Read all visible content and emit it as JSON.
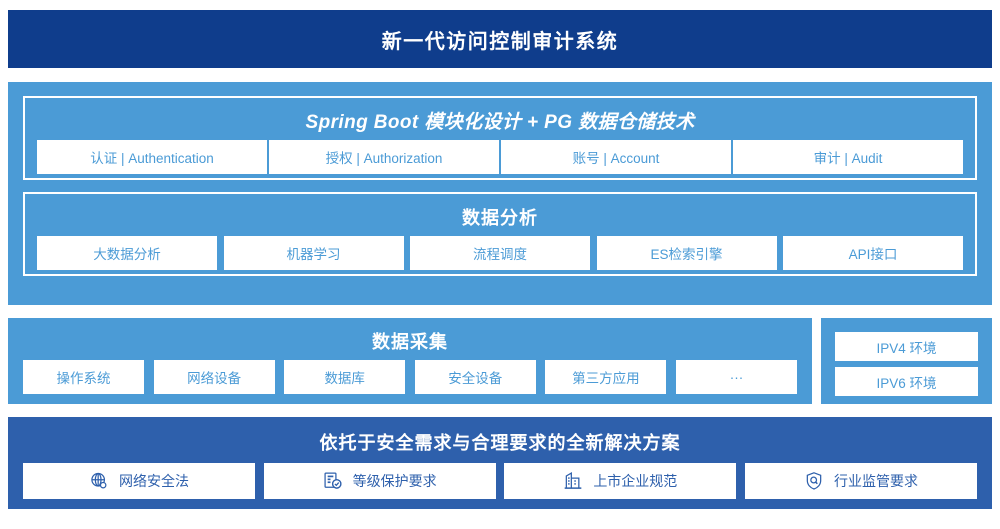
{
  "header": {
    "title": "新一代访问控制审计系统"
  },
  "colors": {
    "header_bg": "#0F3D8C",
    "panel_blue": "#4B9BD6",
    "panel_dark_blue": "#2E60AC",
    "chip_bg": "#FFFFFF",
    "chip_text": "#4B9BD6",
    "chip_text_dark": "#2E60AC"
  },
  "platform_section": {
    "title": "Spring Boot 模块化设计 + PG 数据仓储技术",
    "items": [
      {
        "label": "认证 | Authentication"
      },
      {
        "label": "授权 | Authorization"
      },
      {
        "label": "账号 | Account"
      },
      {
        "label": "审计 | Audit"
      }
    ]
  },
  "analysis_section": {
    "title": "数据分析",
    "items": [
      {
        "label": "大数据分析"
      },
      {
        "label": "机器学习"
      },
      {
        "label": "流程调度"
      },
      {
        "label": "ES检索引擎"
      },
      {
        "label": "API接口"
      }
    ]
  },
  "collection_section": {
    "title": "数据采集",
    "items": [
      {
        "label": "操作系统"
      },
      {
        "label": "网络设备"
      },
      {
        "label": "数据库"
      },
      {
        "label": "安全设备"
      },
      {
        "label": "第三方应用"
      },
      {
        "label": "···"
      }
    ]
  },
  "environment_panel": {
    "items": [
      {
        "label": "IPV4 环境"
      },
      {
        "label": "IPV6 环境"
      }
    ]
  },
  "compliance_section": {
    "title": "依托于安全需求与合理要求的全新解决方案",
    "items": [
      {
        "label": "网络安全法",
        "icon": "globe-icon"
      },
      {
        "label": "等级保护要求",
        "icon": "document-check-icon"
      },
      {
        "label": "上市企业规范",
        "icon": "buildings-icon"
      },
      {
        "label": "行业监管要求",
        "icon": "shield-search-icon"
      }
    ]
  }
}
